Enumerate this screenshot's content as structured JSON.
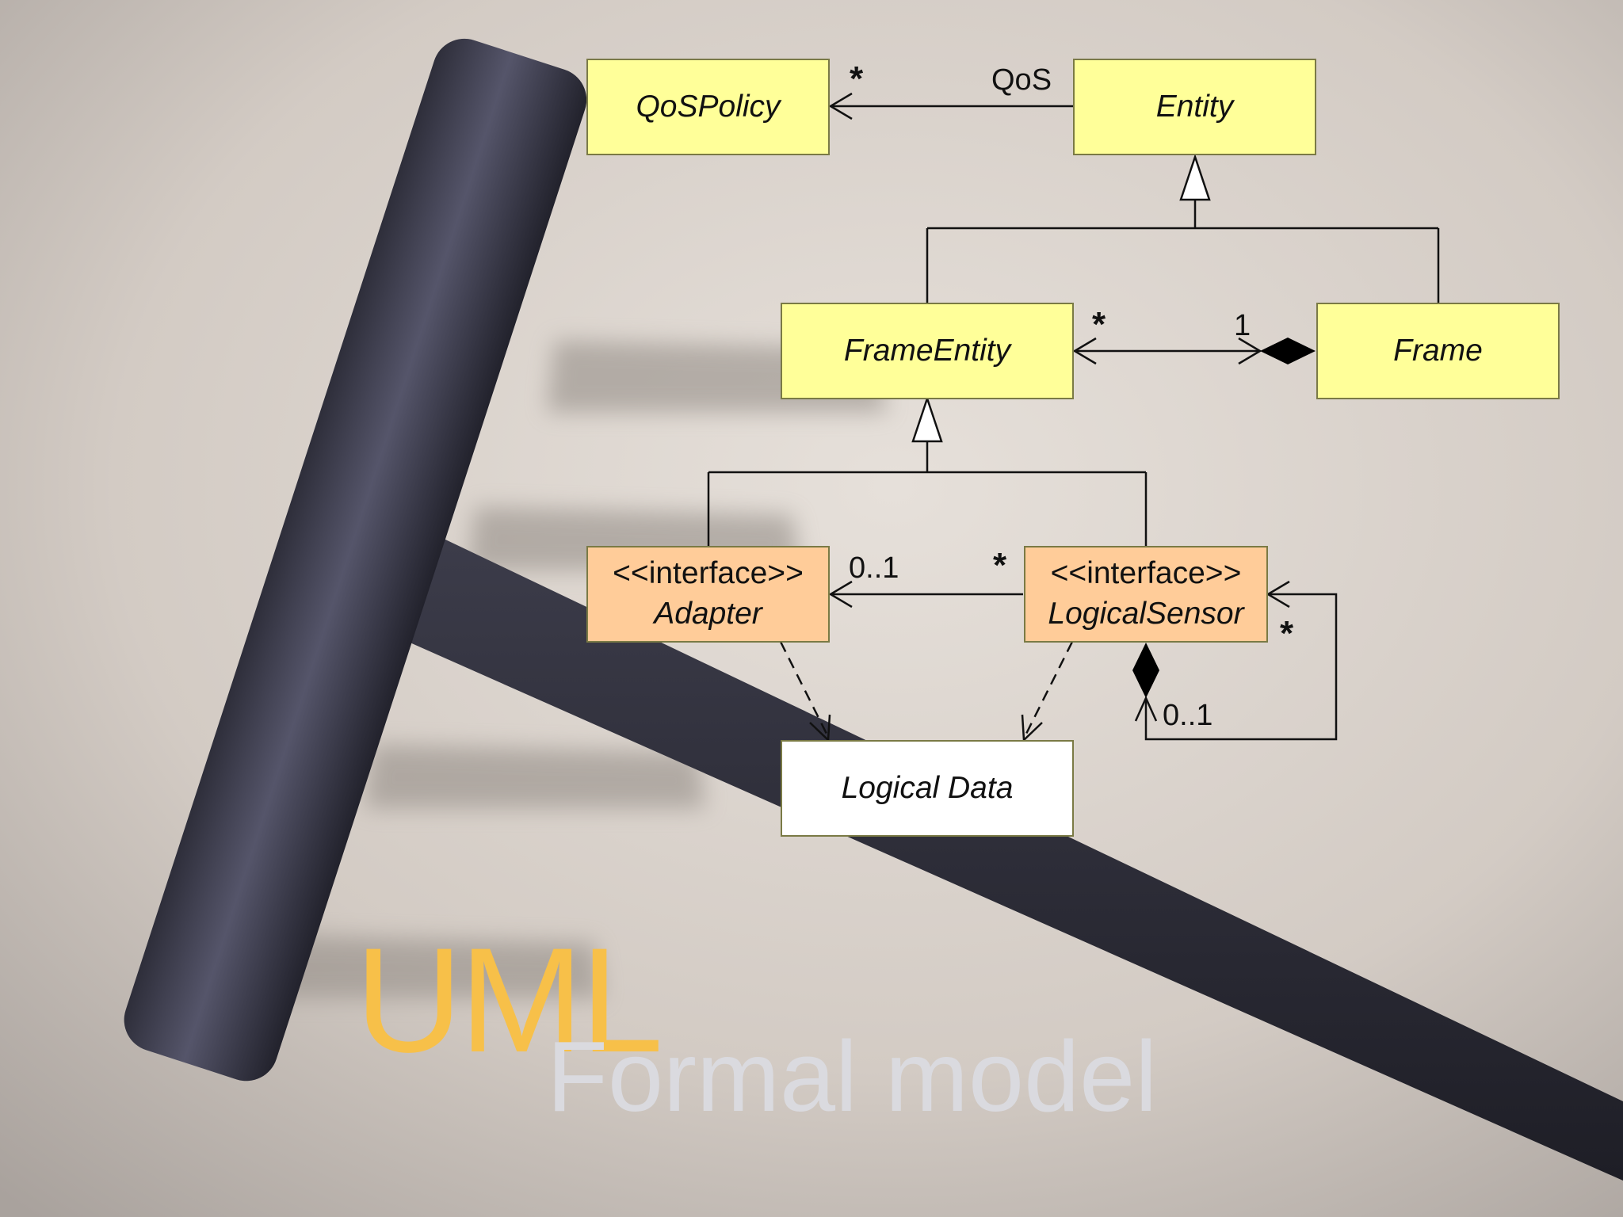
{
  "diagram": {
    "classes": {
      "qospolicy": {
        "name": "QoSPolicy"
      },
      "entity": {
        "name": "Entity"
      },
      "frameentity": {
        "name": "FrameEntity"
      },
      "frame": {
        "name": "Frame"
      },
      "adapter": {
        "stereotype": "<<interface>>",
        "name": "Adapter"
      },
      "logicalsensor": {
        "stereotype": "<<interface>>",
        "name": "LogicalSensor"
      },
      "logicaldata": {
        "name": "Logical Data"
      }
    },
    "labels": {
      "qos_star": "*",
      "qos_role": "QoS",
      "frameentity_star": "*",
      "frame_one": "1",
      "adapter_mult": "0..1",
      "sensor_star": "*",
      "self_star": "*",
      "self_mult": "0..1"
    },
    "colors": {
      "class_yellow": "#ffff99",
      "interface_orange": "#ffcc99",
      "data_white": "#ffffff",
      "title_orange": "#f7c049",
      "subtitle_gray": "#dadadf"
    }
  },
  "title": {
    "main": "UML",
    "subtitle": "Formal model"
  }
}
